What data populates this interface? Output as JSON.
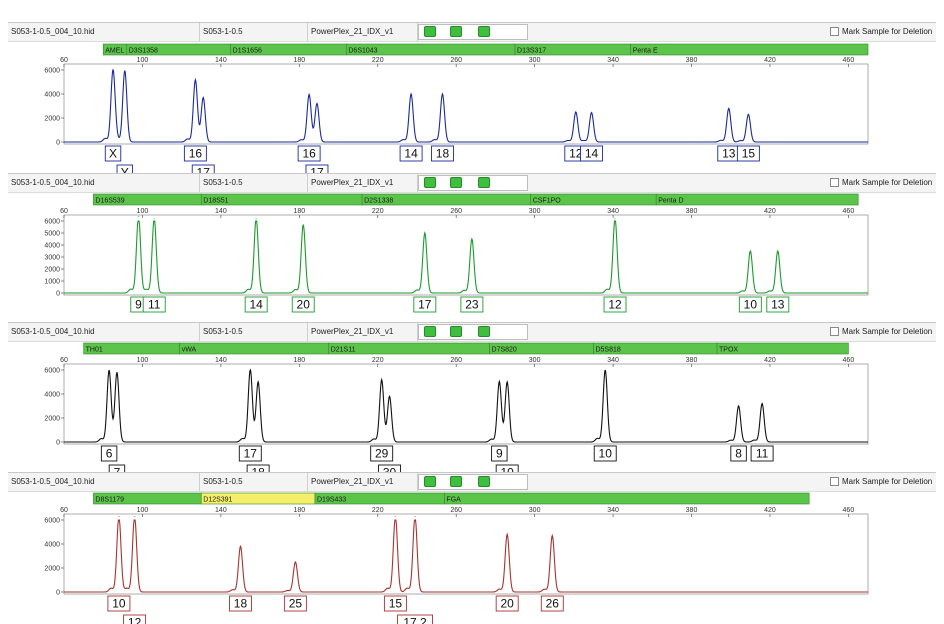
{
  "header": {
    "filename": "S053-1-0.5_004_10.hid",
    "sample": "S053-1-0.5",
    "panel": "PowerPlex_21_IDX_v1",
    "mark_label": "Mark Sample for Deletion"
  },
  "chart_data": [
    {
      "type": "line",
      "color": "#1a2a9c",
      "xlim": [
        60,
        470
      ],
      "ylim": [
        0,
        6000
      ],
      "xticks": [
        60,
        100,
        140,
        180,
        220,
        260,
        300,
        340,
        380,
        420,
        460
      ],
      "yticks": [
        0,
        2000,
        4000,
        6000
      ],
      "loci": [
        {
          "name": "AMEL",
          "start": 80,
          "end": 92,
          "sel": false
        },
        {
          "name": "D3S1358",
          "start": 92,
          "end": 145,
          "sel": false
        },
        {
          "name": "D1S1656",
          "start": 145,
          "end": 204,
          "sel": false
        },
        {
          "name": "D6S1043",
          "start": 204,
          "end": 290,
          "sel": false
        },
        {
          "name": "D13S317",
          "start": 290,
          "end": 349,
          "sel": false
        },
        {
          "name": "Penta E",
          "start": 349,
          "end": 470,
          "sel": false
        }
      ],
      "peaks": [
        {
          "x": 85,
          "h": 6000,
          "label": "X",
          "row": 0
        },
        {
          "x": 91,
          "h": 5950,
          "label": "Y",
          "row": 1
        },
        {
          "x": 127,
          "h": 5000,
          "label": "16",
          "row": 0
        },
        {
          "x": 131,
          "h": 3700,
          "label": "17",
          "row": 1
        },
        {
          "x": 185,
          "h": 3800,
          "label": "16",
          "row": 0
        },
        {
          "x": 189,
          "h": 3200,
          "label": "17",
          "row": 1
        },
        {
          "x": 237,
          "h": 4000,
          "label": "14",
          "row": 0
        },
        {
          "x": 253,
          "h": 4000,
          "label": "18",
          "row": 0
        },
        {
          "x": 321,
          "h": 2500,
          "label": "12",
          "row": 0
        },
        {
          "x": 329,
          "h": 2450,
          "label": "14",
          "row": 0
        },
        {
          "x": 399,
          "h": 2800,
          "label": "13",
          "row": 0
        },
        {
          "x": 409,
          "h": 2300,
          "label": "15",
          "row": 0
        }
      ]
    },
    {
      "type": "line",
      "color": "#1e9a2c",
      "xlim": [
        60,
        470
      ],
      "ylim": [
        0,
        6000
      ],
      "xticks": [
        60,
        100,
        140,
        180,
        220,
        260,
        300,
        340,
        380,
        420,
        460
      ],
      "yticks": [
        0,
        1000,
        2000,
        3000,
        4000,
        5000,
        6000
      ],
      "loci": [
        {
          "name": "D16S539",
          "start": 75,
          "end": 130,
          "sel": false
        },
        {
          "name": "D18S51",
          "start": 130,
          "end": 212,
          "sel": false
        },
        {
          "name": "D2S1338",
          "start": 212,
          "end": 298,
          "sel": false
        },
        {
          "name": "CSF1PO",
          "start": 298,
          "end": 362,
          "sel": false
        },
        {
          "name": "Penta D",
          "start": 362,
          "end": 465,
          "sel": false
        }
      ],
      "peaks": [
        {
          "x": 98,
          "h": 6400,
          "label": "9",
          "row": 0
        },
        {
          "x": 106,
          "h": 6200,
          "label": "11",
          "row": 0
        },
        {
          "x": 158,
          "h": 6200,
          "label": "14",
          "row": 0
        },
        {
          "x": 182,
          "h": 5700,
          "label": "20",
          "row": 0
        },
        {
          "x": 244,
          "h": 5000,
          "label": "17",
          "row": 0
        },
        {
          "x": 268,
          "h": 4500,
          "label": "23",
          "row": 0
        },
        {
          "x": 341,
          "h": 6200,
          "label": "12",
          "row": 0
        },
        {
          "x": 410,
          "h": 3500,
          "label": "10",
          "row": 0
        },
        {
          "x": 424,
          "h": 3500,
          "label": "13",
          "row": 0
        }
      ]
    },
    {
      "type": "line",
      "color": "#111111",
      "xlim": [
        60,
        470
      ],
      "ylim": [
        0,
        6000
      ],
      "xticks": [
        60,
        100,
        140,
        180,
        220,
        260,
        300,
        340,
        380,
        420,
        460
      ],
      "yticks": [
        0,
        2000,
        4000,
        6000
      ],
      "loci": [
        {
          "name": "TH01",
          "start": 70,
          "end": 119,
          "sel": false
        },
        {
          "name": "vWA",
          "start": 119,
          "end": 195,
          "sel": false
        },
        {
          "name": "D21S11",
          "start": 195,
          "end": 277,
          "sel": false
        },
        {
          "name": "D7S820",
          "start": 277,
          "end": 330,
          "sel": false
        },
        {
          "name": "D5S818",
          "start": 330,
          "end": 393,
          "sel": false
        },
        {
          "name": "TPOX",
          "start": 393,
          "end": 460,
          "sel": false
        }
      ],
      "peaks": [
        {
          "x": 83,
          "h": 5700,
          "label": "6",
          "row": 0
        },
        {
          "x": 87,
          "h": 5800,
          "label": "7",
          "row": 1
        },
        {
          "x": 155,
          "h": 5800,
          "label": "17",
          "row": 0
        },
        {
          "x": 159,
          "h": 5000,
          "label": "18",
          "row": 1
        },
        {
          "x": 222,
          "h": 5000,
          "label": "29",
          "row": 0
        },
        {
          "x": 226,
          "h": 3800,
          "label": "30",
          "row": 1
        },
        {
          "x": 282,
          "h": 4800,
          "label": "9",
          "row": 0
        },
        {
          "x": 286,
          "h": 5000,
          "label": "10",
          "row": 1
        },
        {
          "x": 336,
          "h": 6000,
          "label": "10",
          "row": 0
        },
        {
          "x": 404,
          "h": 3000,
          "label": "8",
          "row": 0
        },
        {
          "x": 416,
          "h": 3200,
          "label": "11",
          "row": 0
        }
      ]
    },
    {
      "type": "line",
      "color": "#a83232",
      "xlim": [
        60,
        470
      ],
      "ylim": [
        0,
        6000
      ],
      "xticks": [
        60,
        100,
        140,
        180,
        220,
        260,
        300,
        340,
        380,
        420,
        460
      ],
      "yticks": [
        0,
        2000,
        4000,
        6000
      ],
      "loci": [
        {
          "name": "D8S1179",
          "start": 75,
          "end": 130,
          "sel": false
        },
        {
          "name": "D12S391",
          "start": 130,
          "end": 188,
          "sel": true
        },
        {
          "name": "D19S433",
          "start": 188,
          "end": 254,
          "sel": false
        },
        {
          "name": "FGA",
          "start": 254,
          "end": 440,
          "sel": false
        }
      ],
      "peaks": [
        {
          "x": 88,
          "h": 6300,
          "label": "10",
          "row": 0
        },
        {
          "x": 96,
          "h": 6300,
          "label": "12",
          "row": 1
        },
        {
          "x": 150,
          "h": 3800,
          "label": "18",
          "row": 0
        },
        {
          "x": 178,
          "h": 2500,
          "label": "25",
          "row": 0
        },
        {
          "x": 229,
          "h": 6300,
          "label": "15",
          "row": 0
        },
        {
          "x": 239,
          "h": 6300,
          "label": "17.2",
          "row": 1
        },
        {
          "x": 286,
          "h": 4800,
          "label": "20",
          "row": 0
        },
        {
          "x": 309,
          "h": 4700,
          "label": "26",
          "row": 0
        }
      ]
    }
  ]
}
